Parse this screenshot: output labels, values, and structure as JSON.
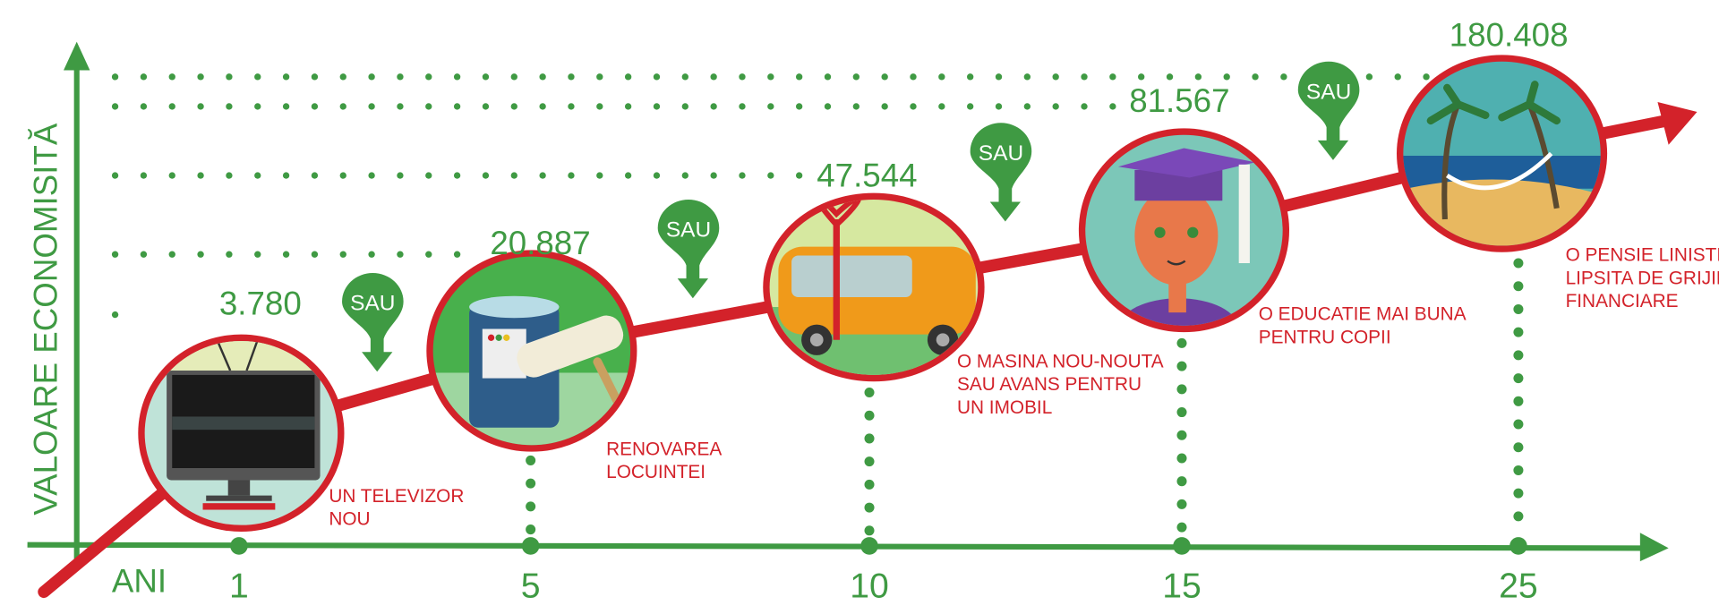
{
  "chart_data": {
    "type": "line",
    "title": "",
    "xlabel": "ANI",
    "ylabel": "VALOARE ECONOMISITĂ",
    "x": [
      1,
      5,
      10,
      15,
      25
    ],
    "x_tick_labels": [
      "1",
      "5",
      "10",
      "15",
      "25"
    ],
    "values": [
      3780,
      20887,
      47544,
      81567,
      180408
    ],
    "value_labels": [
      "3.780",
      "20.887",
      "47.544",
      "81.567",
      "180.408"
    ],
    "connector_label": "SAU",
    "goals": [
      {
        "lines": [
          "UN TELEVIZOR",
          "NOU"
        ],
        "icon": "tv-icon"
      },
      {
        "lines": [
          "RENOVAREA",
          "LOCUINTEI"
        ],
        "icon": "paint-can-icon"
      },
      {
        "lines": [
          "O MASINA NOU-NOUTA",
          "SAU AVANS PENTRU",
          "UN IMOBIL"
        ],
        "icon": "car-gift-icon"
      },
      {
        "lines": [
          "O EDUCATIE MAI BUNA",
          "PENTRU COPII"
        ],
        "icon": "graduate-icon"
      },
      {
        "lines": [
          "O PENSIE LINISTITA,",
          "LIPSITA DE GRIJILE",
          "FINANCIARE"
        ],
        "icon": "beach-hammock-icon"
      }
    ],
    "colors": {
      "axis": "#3f9a43",
      "line": "#d3222a"
    }
  }
}
